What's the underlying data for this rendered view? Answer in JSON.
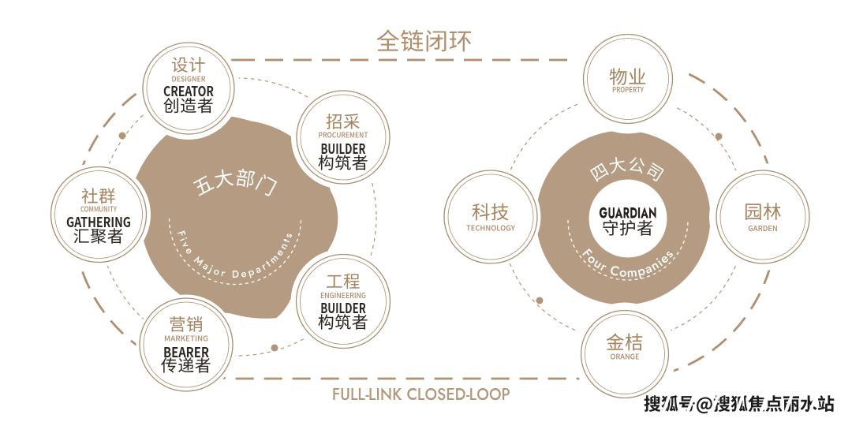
{
  "title": "全链闭环",
  "caption": "FULL-LINK CLOSED-LOOP",
  "watermark": "搜狐号@搜狐焦点丽水站",
  "colors": {
    "tan_fill": "#b49b81",
    "tan_stroke": "#ab8d6f",
    "tan_text": "#a6835f",
    "dark_text": "#2b2520",
    "white": "#ffffff"
  },
  "left_cluster": {
    "center_label": "五大部门",
    "center_sublabel": "Five Major Departments",
    "satellites": [
      {
        "zh": "设计",
        "en": "DESIGNER",
        "role_en": "CREATOR",
        "role_zh": "创造者"
      },
      {
        "zh": "招采",
        "en": "PROCUREMENT",
        "role_en": "BUILDER",
        "role_zh": "构筑者"
      },
      {
        "zh": "工程",
        "en": "ENGINEERING",
        "role_en": "BUILDER",
        "role_zh": "构筑者"
      },
      {
        "zh": "营销",
        "en": "MARKETING",
        "role_en": "BEARER",
        "role_zh": "传递者"
      },
      {
        "zh": "社群",
        "en": "COMMUNITY",
        "role_en": "GATHERING",
        "role_zh": "汇聚者"
      }
    ]
  },
  "right_cluster": {
    "center_label": "四大公司",
    "center_sublabel": "Four Companies",
    "core_en": "GUARDIAN",
    "core_zh": "守护者",
    "satellites": [
      {
        "zh": "物业",
        "en": "PROPERTY"
      },
      {
        "zh": "园林",
        "en": "GARDEN"
      },
      {
        "zh": "金桔",
        "en": "ORANGE"
      },
      {
        "zh": "科技",
        "en": "TECHNOLOGY"
      }
    ]
  }
}
